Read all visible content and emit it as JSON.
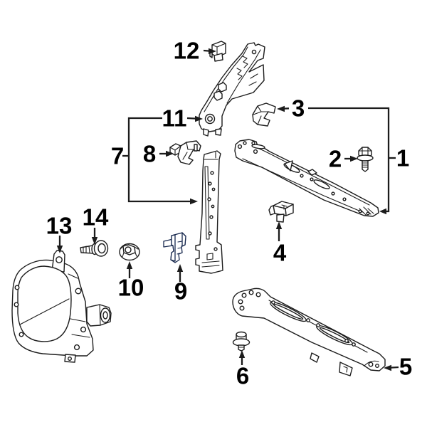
{
  "figure": {
    "kind": "exploded-parts-diagram",
    "background": "#ffffff",
    "line_color": "#1c1c1c"
  },
  "highlight": {
    "fill": "#3a5fa8",
    "fill_light": "#5b7cc0",
    "fill_dark": "#2c4a85",
    "stroke": "#17284e"
  },
  "callouts": {
    "c1": "1",
    "c2": "2",
    "c3": "3",
    "c4": "4",
    "c5": "5",
    "c6": "6",
    "c7": "7",
    "c8": "8",
    "c9": "9",
    "c10": "10",
    "c11": "11",
    "c12": "12",
    "c13": "13",
    "c14": "14"
  }
}
